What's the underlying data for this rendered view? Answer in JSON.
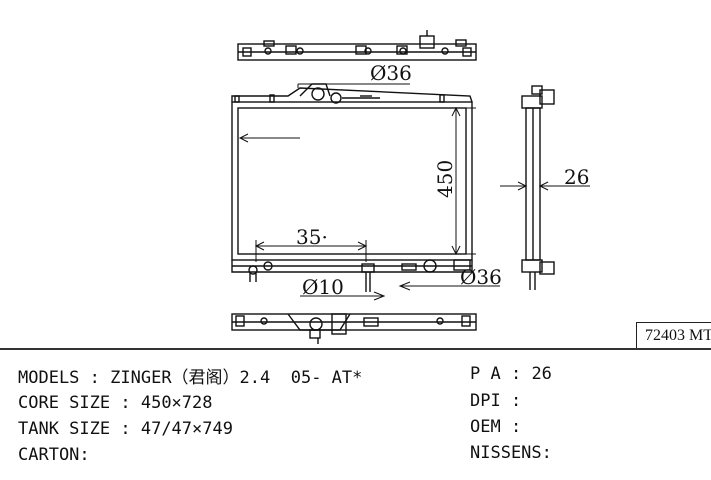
{
  "drawing": {
    "dims": {
      "inlet_diameter": "Ø36",
      "outlet_diameter": "Ø36",
      "drain_diameter": "Ø10",
      "core_height": "450",
      "core_thickness": "26",
      "partial_width": "35·"
    },
    "part_code": "72403 MT"
  },
  "spec": {
    "models_label": "MODELS",
    "models_value": "ZINGER（君阁）2.4  05- AT*",
    "core_size_label": "CORE SIZE",
    "core_size_value": "450×728",
    "tank_size_label": "TANK SIZE",
    "tank_size_value": "47/47×749",
    "carton_label": "CARTON:",
    "pa_label": "P A",
    "pa_value": "26",
    "dpi_label": "DPI",
    "dpi_value": "",
    "oem_label": "OEM",
    "oem_value": "",
    "nissens_label": "NISSENS:"
  },
  "colors": {
    "line": "#111111"
  }
}
